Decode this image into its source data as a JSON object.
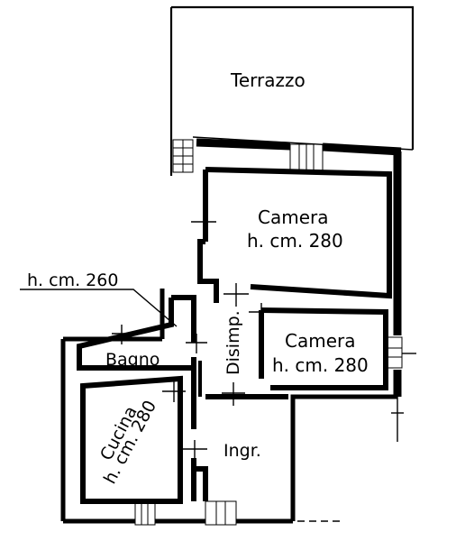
{
  "rooms": {
    "terrazzo": {
      "label": "Terrazzo"
    },
    "camera_1": {
      "label": "Camera",
      "height": "h. cm. 280"
    },
    "camera_2": {
      "label": "Camera",
      "height": "h. cm. 280"
    },
    "bagno": {
      "label": "Bagno"
    },
    "cucina": {
      "label": "Cucina",
      "height": "h. cm. 280"
    },
    "ingresso": {
      "label": "Ingr."
    },
    "disimpegno": {
      "label": "Disimp."
    }
  },
  "annotations": {
    "bagno_height": "h. cm. 260"
  },
  "colors": {
    "ink": "#000000",
    "paper": "#ffffff"
  }
}
